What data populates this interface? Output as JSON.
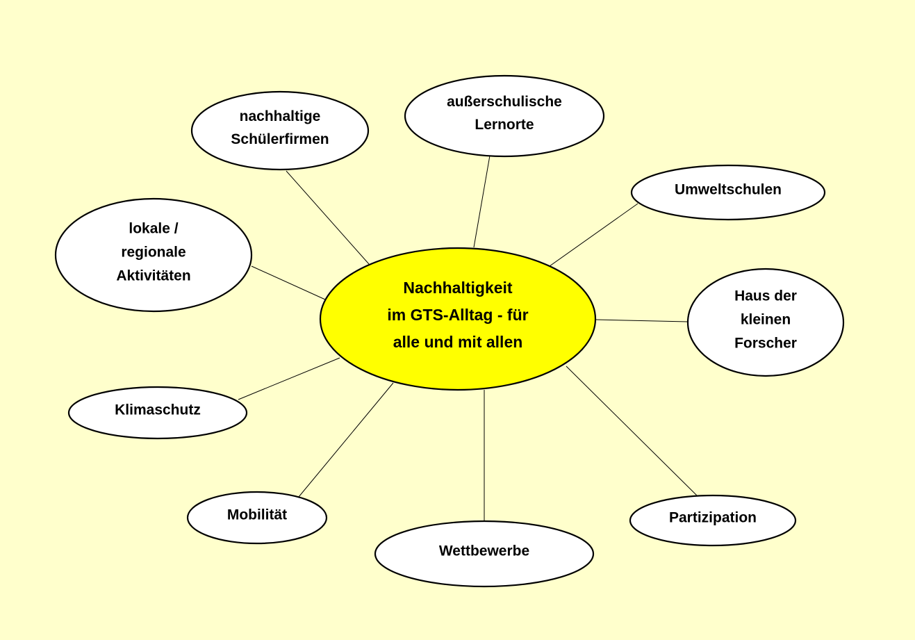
{
  "colors": {
    "background": "#FFFFCC",
    "center_fill": "#FFFF00",
    "node_fill": "#FFFFFF",
    "stroke": "#000000"
  },
  "center": {
    "lines": [
      "Nachhaltigkeit",
      "im GTS-Alltag  - für",
      "alle und mit allen"
    ]
  },
  "nodes": [
    {
      "id": "nachhaltige-schuelerfirmen",
      "lines": [
        "nachhaltige",
        "Schülerfirmen"
      ]
    },
    {
      "id": "ausserschulische-lernorte",
      "lines": [
        "außerschulische",
        "Lernorte"
      ]
    },
    {
      "id": "umweltschulen",
      "lines": [
        "Umweltschulen"
      ]
    },
    {
      "id": "lokale-regionale-aktivitaeten",
      "lines": [
        "lokale /",
        "regionale",
        "Aktivitäten"
      ]
    },
    {
      "id": "haus-der-kleinen-forscher",
      "lines": [
        "Haus der",
        "kleinen",
        "Forscher"
      ]
    },
    {
      "id": "klimaschutz",
      "lines": [
        "Klimaschutz"
      ]
    },
    {
      "id": "mobilitaet",
      "lines": [
        "Mobilität"
      ]
    },
    {
      "id": "wettbewerbe",
      "lines": [
        "Wettbewerbe"
      ]
    },
    {
      "id": "partizipation",
      "lines": [
        "Partizipation"
      ]
    }
  ]
}
